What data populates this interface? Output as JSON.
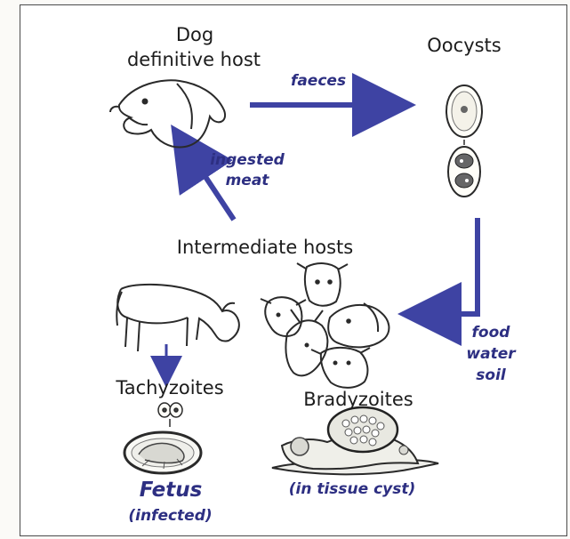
{
  "labels": {
    "dog_line1": "Dog",
    "dog_line2": "definitive host",
    "oocysts": "Oocysts",
    "faeces": "faeces",
    "ingested_line1": "ingested",
    "ingested_line2": "meat",
    "intermediate": "Intermediate hosts",
    "food": "food",
    "water": "water",
    "soil": "soil",
    "tachyzoites": "Tachyzoites",
    "bradyzoites": "Bradyzoites",
    "fetus": "Fetus",
    "infected": "(infected)",
    "tissue_cyst": "(in tissue cyst)"
  },
  "icons": [
    "dog-head-icon",
    "oocyst-single-icon",
    "oocyst-sporulated-icon",
    "cow-icon",
    "intermediate-host-group-icon",
    "fetus-in-uterus-icon",
    "tachyzoite-cells-icon",
    "tissue-cyst-icon"
  ],
  "colors": {
    "arrow": "#3e43a3",
    "text_blue": "#2d2f82",
    "line": "#2a2a2a"
  }
}
